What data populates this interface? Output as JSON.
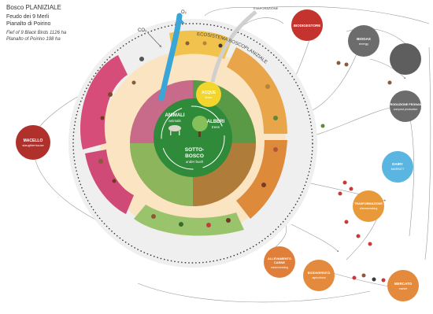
{
  "header": {
    "title": "Bosco PLANIZIALE",
    "line1": "Feudo dei 9 Merli",
    "line2": "Pianalto di Poirino",
    "line3": "Fief of 9 Black Birds 1126 ha",
    "line4": "Planalto of Poirino    198 ha"
  },
  "labels": {
    "o2": "O₂",
    "co2": "CO₂",
    "evap": "EVAPORAZIONE",
    "ecosistema": "ECOSISTEMA BOSCOPLANIZIALE",
    "animali": "ANIMALI",
    "animali_en": "animals",
    "alberi": "ALBERI",
    "alberi_en": "trees",
    "sottobosco": "SOTTO-",
    "sottobosco2": "BOSCO",
    "sottobosco_en": "under bush",
    "acqua": "ACQUE",
    "acqua_en": "flows",
    "macello": "MACELLO",
    "macello_en": "slaughterhouse"
  },
  "nodes": {
    "biodigestore": "BIODIGESTORE",
    "biogas": "BIOGAS",
    "biogas_en": "energy",
    "produzione": "PRODUZIONE FEGNAMI",
    "produzione_en": "compost production",
    "dairy": "DAIRY",
    "dairy_en": "MARKET",
    "trasformazione": "TRASFORMAZIONE",
    "trasformazione_en": "cheesemaking",
    "allevamento": "ALLEVAMENTO",
    "allevamento_l2": "CARNE",
    "allevamento_en": "meat breeding",
    "biodiversita": "BIODIVERSITÀ",
    "biodiversita_en": "agricultural",
    "mercato": "MERCATO",
    "mercato_en": "market"
  },
  "colors": {
    "ring_outer": "#ececec",
    "ring_mid": "#fbe6c9",
    "pink": "#d64d7a",
    "green_center": "#2f8a3a",
    "olive": "#b0842f",
    "light_green": "#8fbd5f",
    "orange_band": "#e89a3a",
    "sky": "#5ab6e0",
    "yellow": "#f3d62c",
    "dark_red": "#b0302c",
    "grey": "#6c6c6c"
  }
}
